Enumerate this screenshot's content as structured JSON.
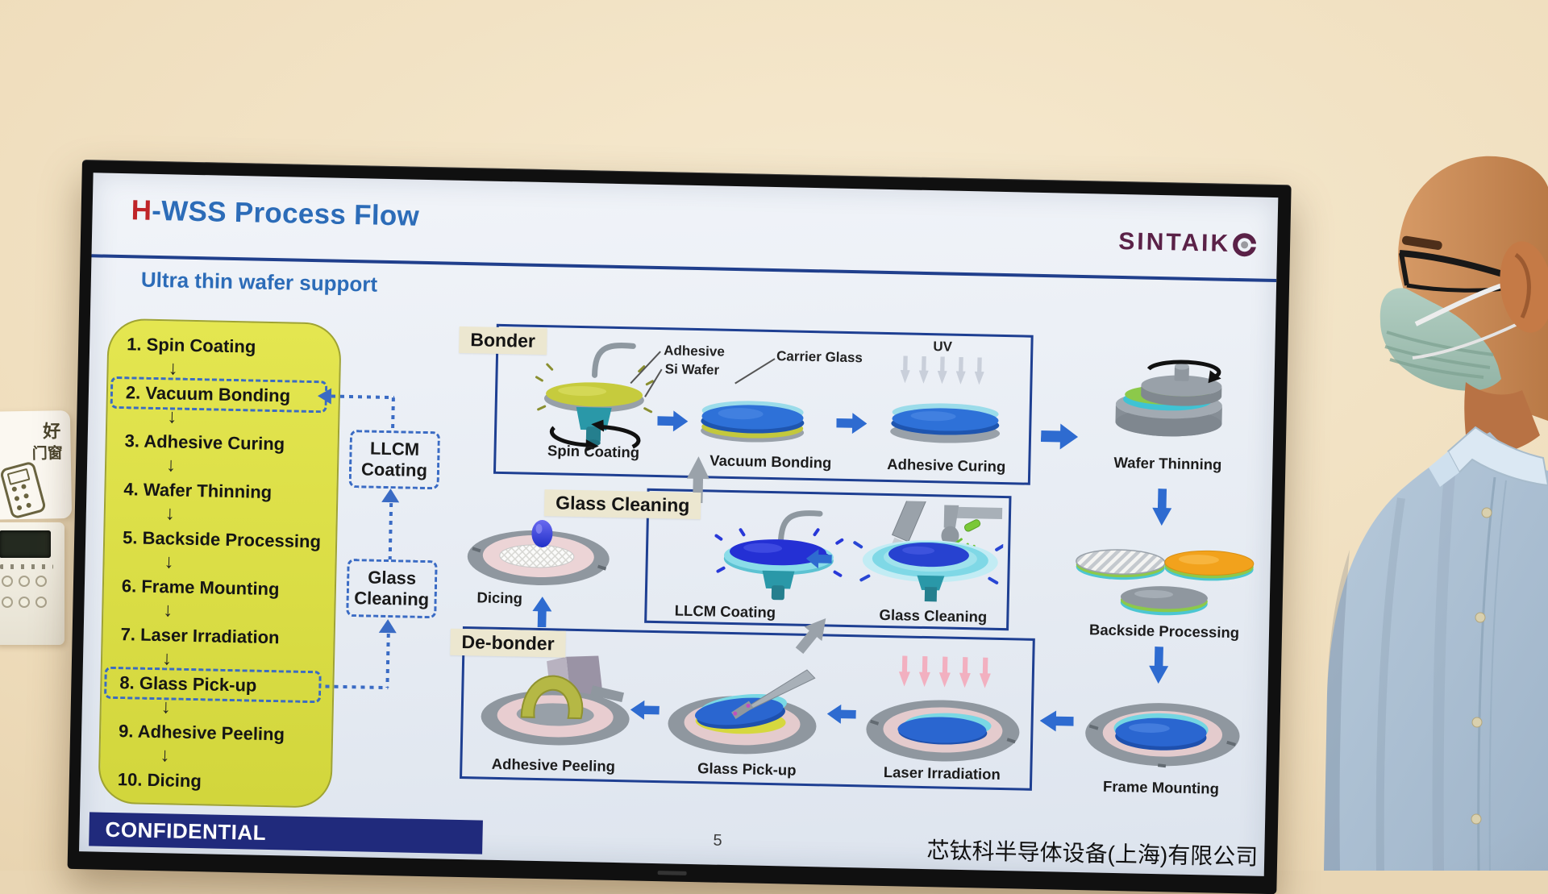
{
  "wall": {
    "sign": {
      "line1": "好",
      "line2": "门窗"
    }
  },
  "slide": {
    "title": {
      "accent": "H",
      "rest": "-WSS Process Flow"
    },
    "logo": {
      "text": "SINTAIKO",
      "display_main": "SINTAIK"
    },
    "subtitle": "Ultra thin wafer support",
    "list": {
      "down_arrow": "↓",
      "items": [
        "1. Spin Coating",
        "2. Vacuum Bonding",
        "3. Adhesive Curing",
        "4. Wafer Thinning",
        "5. Backside Processing",
        "6. Frame Mounting",
        "7. Laser Irradiation",
        "8. Glass Pick-up",
        "9. Adhesive Peeling",
        "10. Dicing"
      ]
    },
    "loop_boxes": {
      "llcm": {
        "line1": "LLCM",
        "line2": "Coating"
      },
      "glass": {
        "line1": "Glass",
        "line2": "Cleaning"
      }
    },
    "sections": {
      "bonder": "Bonder",
      "glass_cleaning": "Glass Cleaning",
      "debonder": "De-bonder"
    },
    "annotations": {
      "adhesive": "Adhesive",
      "si_wafer": "Si Wafer",
      "carrier_glass": "Carrier Glass",
      "uv": "UV"
    },
    "captions": {
      "spin_coating": "Spin Coating",
      "vacuum_bonding": "Vacuum Bonding",
      "adhesive_curing": "Adhesive Curing",
      "wafer_thinning": "Wafer Thinning",
      "backside_processing": "Backside Processing",
      "frame_mounting": "Frame Mounting",
      "dicing": "Dicing",
      "llcm_coating": "LLCM Coating",
      "glass_cleaning": "Glass Cleaning",
      "adhesive_peeling": "Adhesive Peeling",
      "glass_pickup": "Glass Pick-up",
      "laser_irradiation": "Laser Irradiation"
    },
    "footer": {
      "confidential": "CONFIDENTIAL",
      "page": "5",
      "company": "芯钛科半导体设备(上海)有限公司"
    },
    "colors": {
      "title_blue": "#2c6cb8",
      "accent_red": "#bf2428",
      "navy_border": "#1e3f92",
      "list_yellow": "#d9dc45",
      "dashed_blue": "#3a6bc4",
      "label_cream": "#ece7d0",
      "banner_navy": "#202a7c",
      "logo_maroon": "#5a2147",
      "arrow_blue": "#2e6bd0",
      "arrow_gray": "#9aa2aa",
      "arrow_pink": "#f2b0c0"
    }
  }
}
